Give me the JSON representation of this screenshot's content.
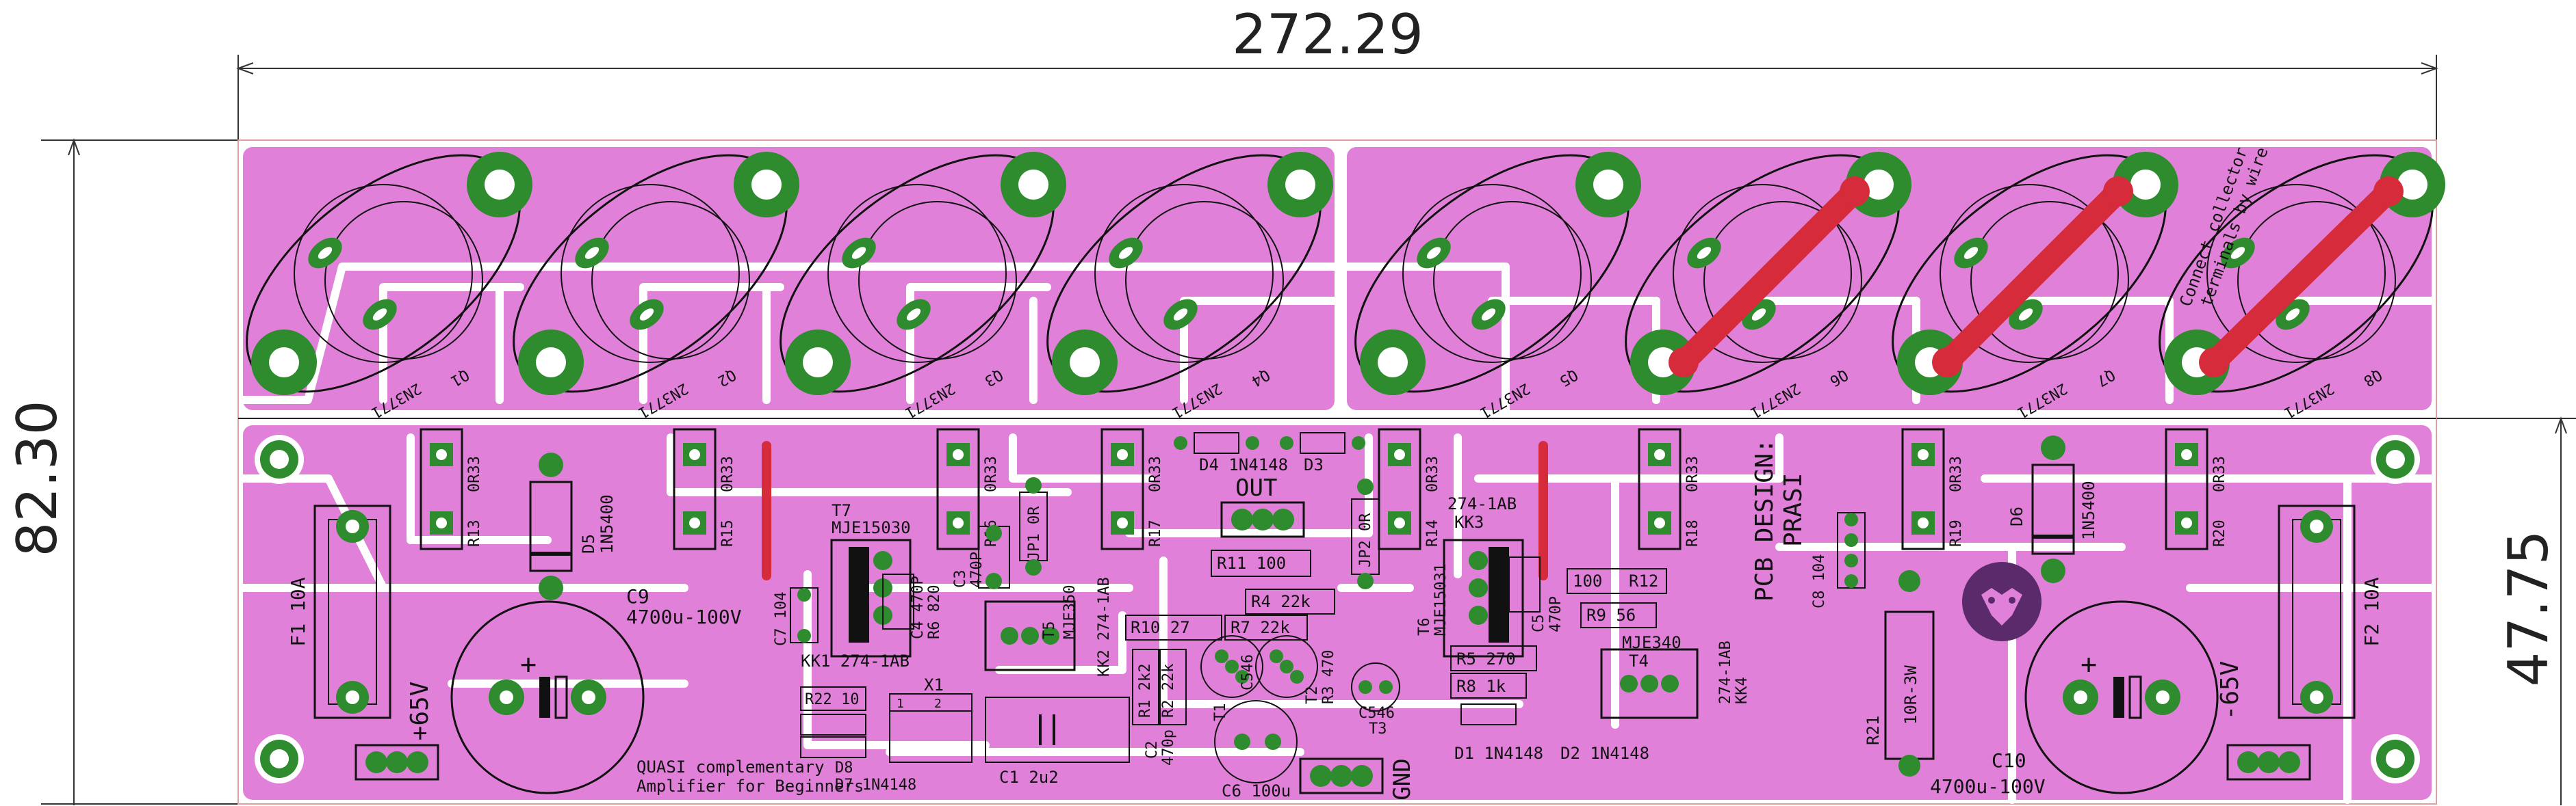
{
  "dimensions": {
    "width_label": "272.29",
    "height_left_label": "82.30",
    "height_right_label": "47.75"
  },
  "transistors": [
    {
      "ref": "Q1",
      "part": "2N3771"
    },
    {
      "ref": "Q2",
      "part": "2N3771"
    },
    {
      "ref": "Q3",
      "part": "2N3771"
    },
    {
      "ref": "Q4",
      "part": "2N3771"
    },
    {
      "ref": "Q5",
      "part": "2N3771"
    },
    {
      "ref": "Q6",
      "part": "2N3771"
    },
    {
      "ref": "Q7",
      "part": "2N3771"
    },
    {
      "ref": "Q8",
      "part": "2N3771"
    }
  ],
  "note_collector": [
    "Connect collector",
    "terminals by wire"
  ],
  "emitter_resistors": [
    {
      "value": "0R33",
      "ref": "R13"
    },
    {
      "value": "0R33",
      "ref": "R15"
    },
    {
      "value": "0R33",
      "ref": "R16"
    },
    {
      "value": "0R33",
      "ref": "R17"
    },
    {
      "value": "0R33",
      "ref": "R14"
    },
    {
      "value": "0R33",
      "ref": "R18"
    },
    {
      "value": "0R33",
      "ref": "R19"
    },
    {
      "value": "0R33",
      "ref": "R20"
    }
  ],
  "labels": {
    "d5": "D5",
    "d5_part": "1N5400",
    "d6": "D6",
    "d6_part": "1N5400",
    "c9": "C9",
    "c9_val": "4700u-100V",
    "c10": "C10",
    "c10_val": "4700u-100V",
    "f1": "F1 10A",
    "f2": "F2 10A",
    "plus65": "+65V",
    "minus65": "-65V",
    "t7": "T7",
    "t7_part": "MJE15030",
    "t6": "T6",
    "t6_part": "MJE15031",
    "t5": "T5",
    "t5_part": "MJE350",
    "t4": "T4",
    "t4_part": "MJE340",
    "kk1": "KK1 274-1AB",
    "kk2": "KK2 274-1AB",
    "kk3_a": "274-1AB",
    "kk3_b": "KK3",
    "kk4_a": "274-1AB",
    "kk4_b": "KK4",
    "c7": "C7 104",
    "c4": "C4 470P",
    "r6": "R6 820",
    "c3": "C3",
    "c3_val": "470P",
    "jp1": "JP1 0R",
    "jp2": "JP2 0R",
    "r11": "R11 100",
    "d4": "D4 1N4148",
    "d3": "D3",
    "out": "OUT",
    "r10": "R10 27",
    "r4": "R4 22k",
    "r7": "R7 22k",
    "r3": "R3 470",
    "r1": "R1 2k2",
    "r2": "R2 22k",
    "c2": "C2",
    "c2_val": "470p",
    "t1": "T1",
    "t2": "T2",
    "c546_a": "C546",
    "c546_b": "C546",
    "t3": "T3",
    "r22": "R22 10",
    "x1": "X1",
    "x1_pin1": "1",
    "x1_pin2": "2",
    "d8": "D8",
    "d7": "D7 1N4148",
    "c1": "C1 2u2",
    "c6": "C6 100u",
    "gnd": "GND",
    "c5": "C5",
    "c5_val": "470P",
    "r100": "100",
    "r12": "R12",
    "r9": "R9 56",
    "r5": "R5 270",
    "r8": "R8 1k",
    "d1": "D1 1N4148",
    "d2": "D2 1N4148",
    "pcb_design": "PCB DESIGN:",
    "prasi": "PRASI",
    "c8": "C8 104",
    "r21": "R21",
    "r21_val": "10R-3W",
    "quasi1": "QUASI complementary",
    "quasi2": "Amplifier for Beginners"
  },
  "colors": {
    "copper": "#e080d8",
    "copper_edge": "#d26ccb",
    "pad": "#2e8b2e",
    "wire": "#d62b3a",
    "silk": "#111111",
    "dim": "#333333"
  }
}
